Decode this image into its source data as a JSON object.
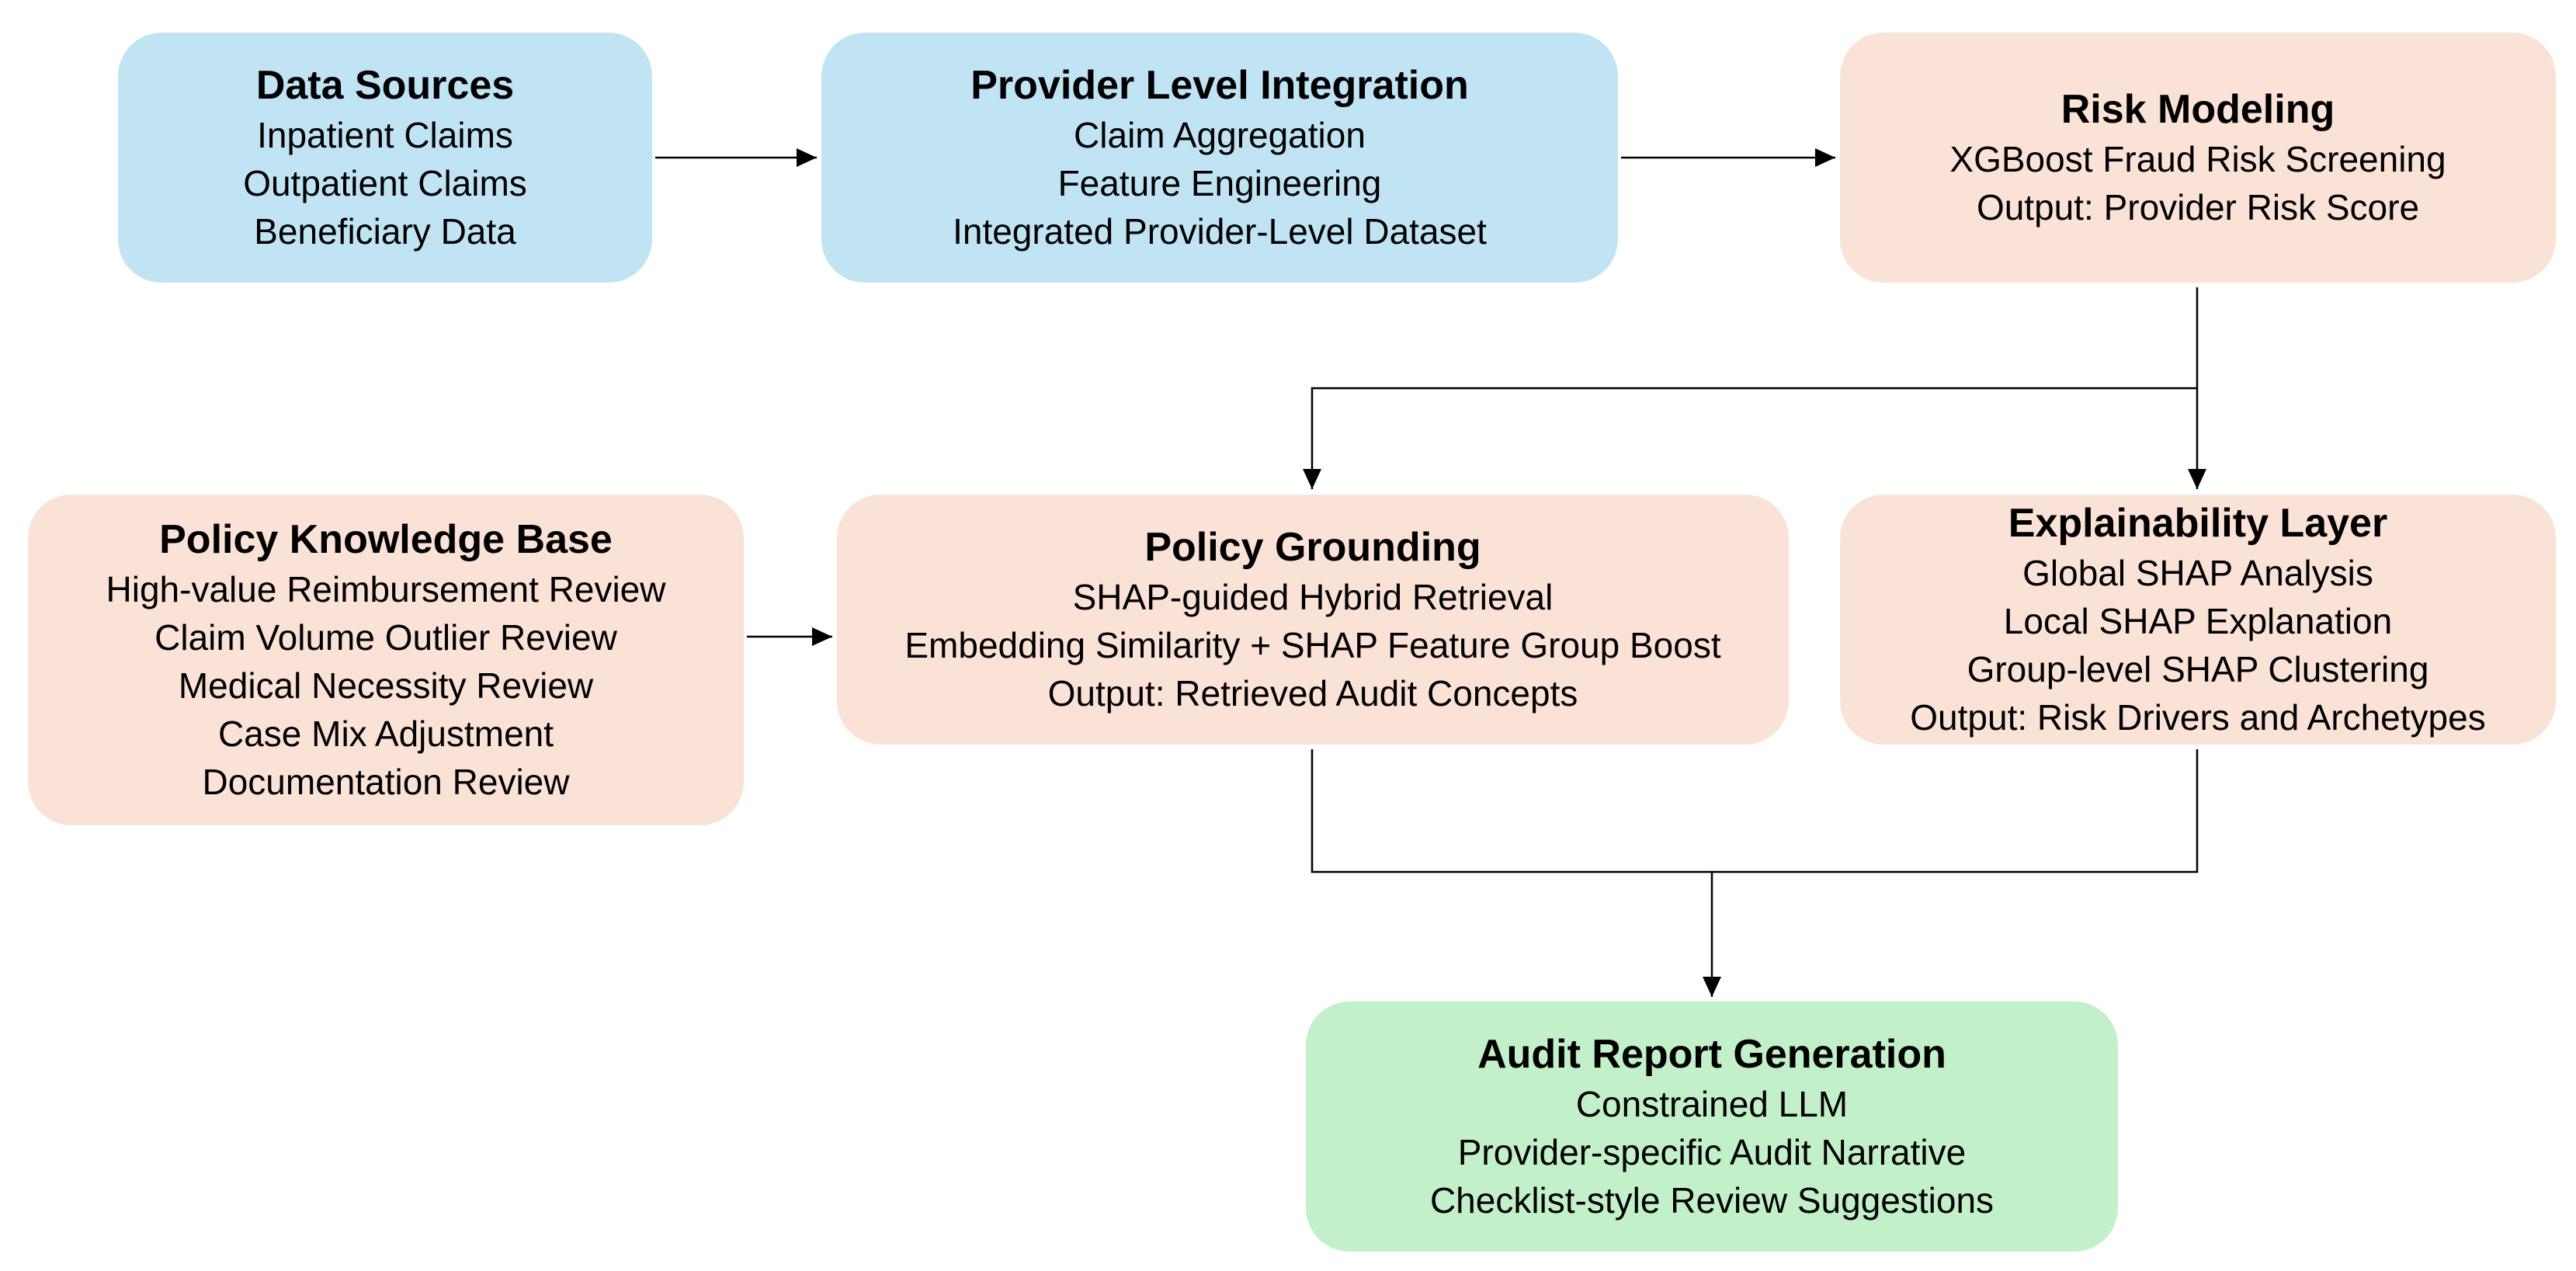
{
  "colors": {
    "blue_fill": "#c0e4f4",
    "orange_fill": "#fbe2d6",
    "green_fill": "#c2f0c8",
    "connector": "#000000"
  },
  "nodes": {
    "data_sources": {
      "title": "Data Sources",
      "lines": [
        "Inpatient Claims",
        "Outpatient Claims",
        "Beneficiary Data"
      ]
    },
    "provider_integration": {
      "title": "Provider Level Integration",
      "lines": [
        "Claim Aggregation",
        "Feature Engineering",
        "Integrated Provider-Level Dataset"
      ]
    },
    "risk_modeling": {
      "title": "Risk Modeling",
      "lines": [
        "XGBoost Fraud Risk Screening",
        "Output: Provider Risk Score"
      ]
    },
    "policy_kb": {
      "title": "Policy Knowledge Base",
      "lines": [
        "High-value Reimbursement Review",
        "Claim Volume Outlier Review",
        "Medical Necessity Review",
        "Case Mix Adjustment",
        "Documentation Review"
      ]
    },
    "policy_grounding": {
      "title": "Policy Grounding",
      "lines": [
        "SHAP-guided Hybrid Retrieval",
        "Embedding Similarity + SHAP Feature Group Boost",
        "Output: Retrieved Audit Concepts"
      ]
    },
    "explainability": {
      "title": "Explainability Layer",
      "lines": [
        "Global SHAP Analysis",
        "Local SHAP Explanation",
        "Group-level SHAP Clustering",
        "Output: Risk Drivers and Archetypes"
      ]
    },
    "audit_report": {
      "title": "Audit Report Generation",
      "lines": [
        "Constrained LLM",
        "Provider-specific Audit Narrative",
        "Checklist-style Review Suggestions"
      ]
    }
  },
  "edges": [
    {
      "from": "data_sources",
      "to": "provider_integration"
    },
    {
      "from": "provider_integration",
      "to": "risk_modeling"
    },
    {
      "from": "risk_modeling",
      "to": "policy_grounding"
    },
    {
      "from": "risk_modeling",
      "to": "explainability"
    },
    {
      "from": "policy_kb",
      "to": "policy_grounding"
    },
    {
      "from": "policy_grounding",
      "to": "audit_report"
    },
    {
      "from": "explainability",
      "to": "audit_report"
    }
  ]
}
